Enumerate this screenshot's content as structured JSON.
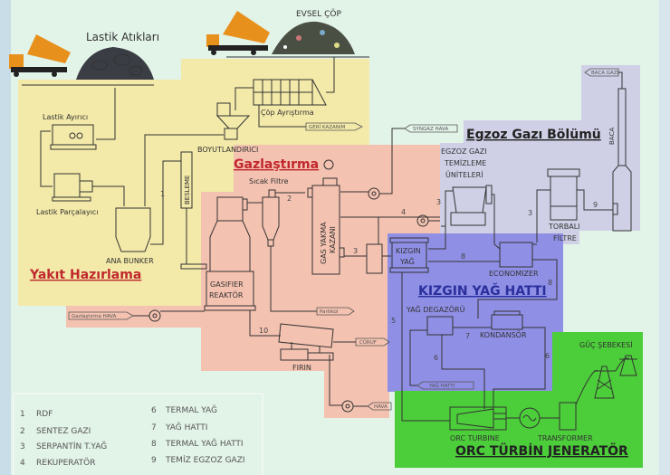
{
  "colors": {
    "background": "#e2f3e8",
    "fuel_prep_region": "#f3e9a8",
    "gasification_region": "#f4c2b0",
    "exhaust_region": "#cfd0e6",
    "hot_oil_region": "#8f8fe6",
    "orc_region": "#4ccd3a",
    "heading_red": "#c0272d",
    "heading_blue": "#2a2f9c"
  },
  "sources": {
    "tire_waste": "Lastik Atıkları",
    "household_waste": "EVSEL ÇÖP",
    "icons": [
      "dump-truck-icon",
      "tire-pile-icon",
      "garbage-pile-icon"
    ]
  },
  "sections": {
    "fuel_prep": "Yakıt Hazırlama",
    "gasification": "Gazlaştırma",
    "exhaust": "Egzoz Gazı Bölümü",
    "hot_oil": "KIZGIN YAĞ HATTI",
    "orc": "ORC TÜRBİN JENERATÖR"
  },
  "equipment": {
    "tire_separator": "Lastik Ayırıcı",
    "waste_sorting": "Çöp Ayrıştırma",
    "shredder": "BOYUTLANDIRICI",
    "tire_crusher": "Lastik Parçalayıcı",
    "feeding": "BESLEME",
    "main_bunker": "ANA BUNKER",
    "hot_filter": "Sıcak Filtre",
    "gasifier_1": "GASIFIER",
    "gasifier_2": "REAKTÖR",
    "gas_boiler_1": "GAS YAKMA",
    "gas_boiler_2": "KAZANI",
    "kiln": "FIRIN",
    "exhaust_clean_1": "EGZOZ GAZI",
    "exhaust_clean_2": "TEMİZLEME",
    "exhaust_clean_3": "ÜNİTELERİ",
    "chimney": "BACA",
    "bag_filter_1": "TORBALI",
    "bag_filter_2": "FİLTRE",
    "hot_oil_1": "KIZGIN",
    "hot_oil_2": "YAĞ",
    "economizer": "ECONOMIZER",
    "oil_degasser": "YAĞ DEGAZÖRÜ",
    "condenser": "KONDANSÖR",
    "orc_turbine": "ORC TURBINE",
    "transformer": "TRANSFORMER",
    "power_grid": "GÜÇ ŞEBEKESİ"
  },
  "tags": {
    "recovery": "GERİ KAZANIM",
    "gasification_air": "Gazlaştırma HAVA",
    "particulate": "Partikül",
    "slag": "CÜRUF",
    "air": "HAVA",
    "syngas_air": "SYNGAZ HAVA",
    "flue_gas": "BACA GAZI",
    "oil_line": "YAĞ HATTI"
  },
  "stream_numbers": [
    "1",
    "2",
    "3",
    "4",
    "5",
    "6",
    "7",
    "8",
    "9",
    "10"
  ],
  "legend": {
    "left": [
      {
        "num": "1",
        "label": "RDF"
      },
      {
        "num": "2",
        "label": "SENTEZ GAZI"
      },
      {
        "num": "3",
        "label": "SERPANTİN T.YAĞ"
      },
      {
        "num": "4",
        "label": "REKUPERATÖR"
      }
    ],
    "right": [
      {
        "num": "6",
        "label": "TERMAL YAĞ"
      },
      {
        "num": "7",
        "label": "YAĞ HATTI"
      },
      {
        "num": "8",
        "label": "TERMAL YAĞ HATTI"
      },
      {
        "num": "9",
        "label": "TEMİZ EGZOZ GAZI"
      }
    ]
  }
}
